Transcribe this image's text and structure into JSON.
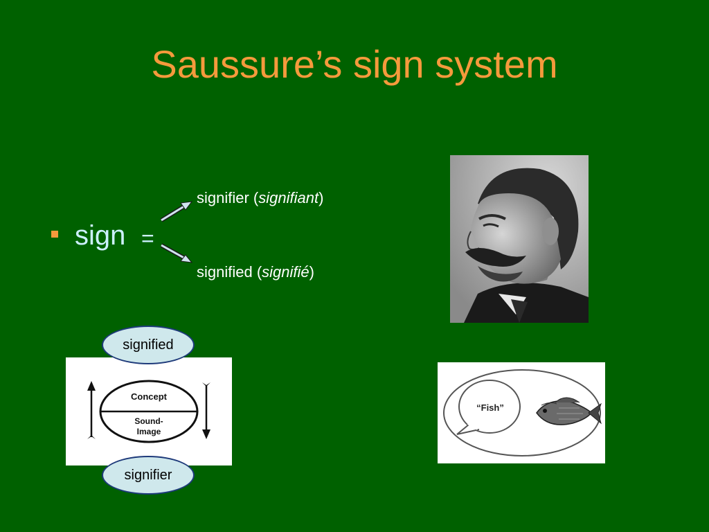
{
  "slide": {
    "title": "Saussure’s sign system",
    "bullet": {
      "term": "sign",
      "equals": "=",
      "signifier_prefix": "signifier (",
      "signifier_italic": "signifiant",
      "signifier_suffix": ")",
      "signified_prefix": "signified (",
      "signified_italic": "signifié",
      "signified_suffix": ")"
    },
    "diagram": {
      "top_bubble": "signified",
      "bottom_bubble": "signifier",
      "concept_label": "Concept",
      "sound_label_1": "Sound-",
      "sound_label_2": "Image"
    },
    "fish_illustration": {
      "speech_text": "“Fish”"
    },
    "portrait": {
      "subject": "photograph of a man with a moustache"
    }
  },
  "colors": {
    "background": "#006100",
    "title": "#f59a3c",
    "bullet_text": "#ccf0ff",
    "bubble_fill": "#cfe8ec",
    "bubble_border": "#1e3a7a"
  }
}
